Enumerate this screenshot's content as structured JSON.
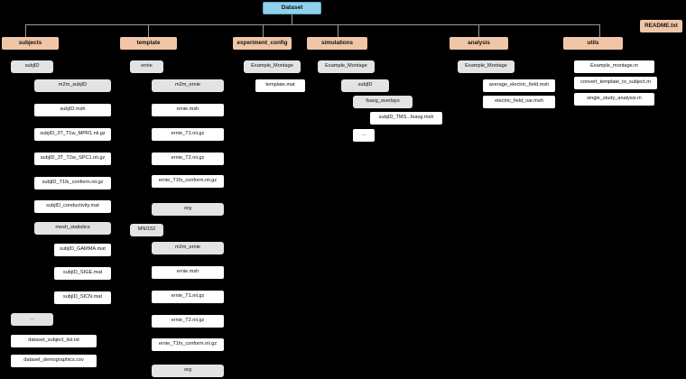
{
  "colors": {
    "background": "#000000",
    "root_fill": "#8fd0ea",
    "category_fill": "#f0c6a7",
    "folder_fill": "#e3e3e3",
    "file_fill": "#ffffff"
  },
  "root": "Dataset",
  "readme": "README.txt",
  "categories": {
    "subjects": "subjects",
    "template": "template",
    "experiment_config": "experiment_config",
    "simulations": "simulations",
    "analysis": "analysis",
    "utils": "utils"
  },
  "subjects": {
    "subjid": "subjID",
    "m2m_subjid": "m2m_subjID",
    "msh": "subjID.msh",
    "t1": "subjID_3T_T1w_MPR1.nii.gz",
    "t2": "subjID_3T_T2w_SPC1.nii.gz",
    "t1fs": "subjID_T1fs_conform.nii.gz",
    "conductivity": "subjID_conductivity.mat",
    "mesh_statistics": "mesh_statistics",
    "gamma": "subjID_GAMMA.mat",
    "sige": "subjID_SIGE.mat",
    "sicn": "subjID_SICN.mat",
    "ellipsis": "...",
    "subject_list": "dataset_subject_list.txt",
    "demographics": "dataset_demographics.csv"
  },
  "template": {
    "ernie": "ernie",
    "m2m_ernie": "m2m_ernie",
    "msh": "ernie.msh",
    "t1": "ernie_T1.nii.gz",
    "t2": "ernie_T2.nii.gz",
    "t1fs": "ernie_T1fs_conform.nii.gz",
    "org": "org",
    "mni": "MNI152",
    "m2m_ernie_2": "m2m_ernie",
    "msh_2": "ernie.msh",
    "t1_2": "ernie_T1.nii.gz",
    "t2_2": "ernie_T2.nii.gz",
    "t1fs_2": "ernie_T1fs_conform.nii.gz",
    "org_2": "org"
  },
  "experiment_config": {
    "montage": "Example_Montage",
    "template_mat": "template.mat"
  },
  "simulations": {
    "montage": "Example_Montage",
    "subjid": "subjID",
    "fsavg": "fsavg_overlays",
    "tms": "subjID_TMS...fsavg.msh",
    "ellipsis": "..."
  },
  "analysis": {
    "montage": "Example_Montage",
    "avg": "average_electric_field.msh",
    "var": "electric_field_var.msh"
  },
  "utils": {
    "example": "Example_montage.m",
    "convert": "convert_template_to_subject.m",
    "single": "single_study_analysis.m"
  }
}
